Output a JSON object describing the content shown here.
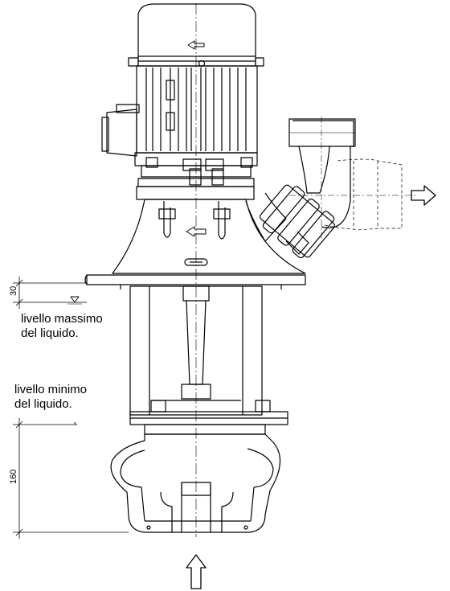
{
  "labels": {
    "max_level_line1": "livello massimo",
    "max_level_line2": "del liquido.",
    "min_level_line1": "livello minimo",
    "min_level_line2": "del liquido."
  },
  "dimensions": {
    "top_gap": "30",
    "bottom_gap": "160"
  },
  "colors": {
    "line": "#000000",
    "background": "#ffffff"
  },
  "icons": {
    "outlet_arrow": "arrow-right-outline-icon",
    "inlet_arrow": "arrow-up-outline-icon",
    "rotation_arrow": "arrow-left-small-icon",
    "level_marker": "triangle-down-icon"
  }
}
